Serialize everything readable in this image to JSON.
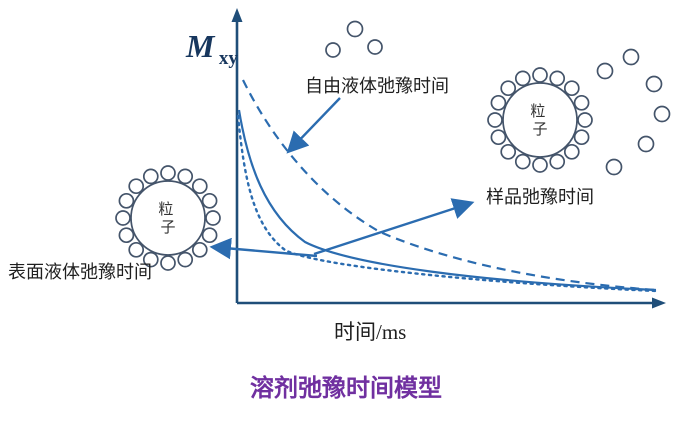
{
  "figure": {
    "title": "溶剂弛豫时间模型",
    "x_axis_label": "时间/ms",
    "y_axis_label_main": "M",
    "y_axis_label_sub": "xy"
  },
  "annotations": {
    "free_liquid_relaxation": "自由液体弛豫时间",
    "sample_relaxation": "样品弛豫时间",
    "surface_liquid_relaxation": "表面液体弛豫时间"
  },
  "particles": {
    "left": {
      "line1": "粒",
      "line2": "子"
    },
    "right": {
      "line1": "粒",
      "line2": "子"
    }
  },
  "curves": [
    {
      "id": "free-liquid-curve",
      "style": "dashed",
      "label": "自由液体弛豫时间"
    },
    {
      "id": "sample-curve",
      "style": "solid",
      "label": "样品弛豫时间"
    },
    {
      "id": "surface-liquid-curve",
      "style": "dotted",
      "label": "表面液体弛豫时间"
    }
  ],
  "colors": {
    "curve_blue": "#2b6cb0",
    "axis_blue": "#1f4e79",
    "title_purple": "#7030a0",
    "label_text": "#17375e",
    "particle_outline": "#44546a",
    "annotation_text": "#1f1f1f"
  }
}
